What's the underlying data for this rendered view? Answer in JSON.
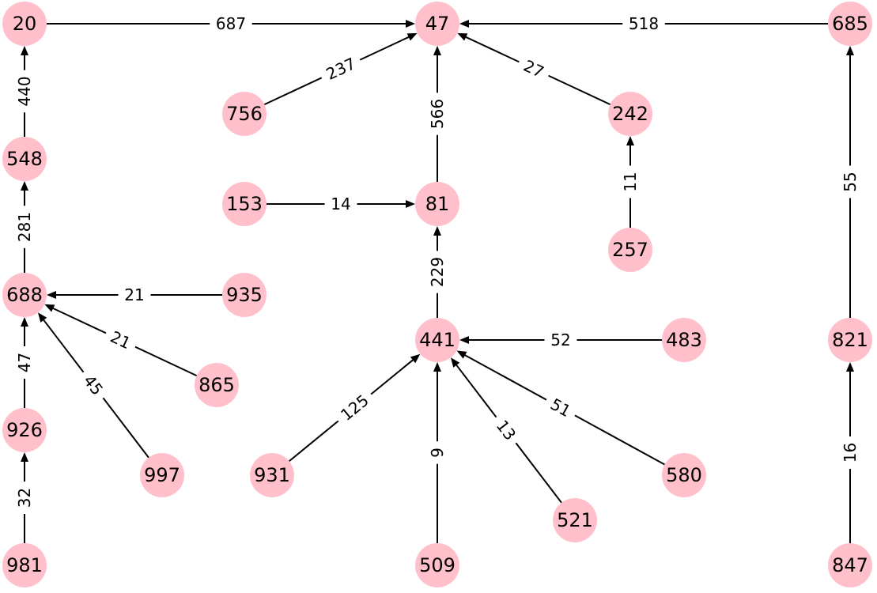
{
  "colors": {
    "node_fill": "#ffc0cb",
    "edge": "#000000",
    "background": "#ffffff"
  },
  "nodes": [
    {
      "id": "20",
      "label": "20"
    },
    {
      "id": "47",
      "label": "47"
    },
    {
      "id": "685",
      "label": "685"
    },
    {
      "id": "756",
      "label": "756"
    },
    {
      "id": "242",
      "label": "242"
    },
    {
      "id": "548",
      "label": "548"
    },
    {
      "id": "153",
      "label": "153"
    },
    {
      "id": "81",
      "label": "81"
    },
    {
      "id": "257",
      "label": "257"
    },
    {
      "id": "688",
      "label": "688"
    },
    {
      "id": "935",
      "label": "935"
    },
    {
      "id": "441",
      "label": "441"
    },
    {
      "id": "483",
      "label": "483"
    },
    {
      "id": "821",
      "label": "821"
    },
    {
      "id": "865",
      "label": "865"
    },
    {
      "id": "926",
      "label": "926"
    },
    {
      "id": "997",
      "label": "997"
    },
    {
      "id": "931",
      "label": "931"
    },
    {
      "id": "580",
      "label": "580"
    },
    {
      "id": "521",
      "label": "521"
    },
    {
      "id": "981",
      "label": "981"
    },
    {
      "id": "509",
      "label": "509"
    },
    {
      "id": "847",
      "label": "847"
    }
  ],
  "edges": [
    {
      "source": "20",
      "target": "47",
      "label": "687"
    },
    {
      "source": "685",
      "target": "47",
      "label": "518"
    },
    {
      "source": "756",
      "target": "47",
      "label": "237"
    },
    {
      "source": "81",
      "target": "47",
      "label": "566"
    },
    {
      "source": "242",
      "target": "47",
      "label": "27"
    },
    {
      "source": "548",
      "target": "20",
      "label": "440"
    },
    {
      "source": "821",
      "target": "685",
      "label": "55"
    },
    {
      "source": "257",
      "target": "242",
      "label": "11"
    },
    {
      "source": "688",
      "target": "548",
      "label": "281"
    },
    {
      "source": "153",
      "target": "81",
      "label": "14"
    },
    {
      "source": "441",
      "target": "81",
      "label": "229"
    },
    {
      "source": "935",
      "target": "688",
      "label": "21"
    },
    {
      "source": "865",
      "target": "688",
      "label": "21"
    },
    {
      "source": "997",
      "target": "688",
      "label": "45"
    },
    {
      "source": "926",
      "target": "688",
      "label": "47"
    },
    {
      "source": "483",
      "target": "441",
      "label": "52"
    },
    {
      "source": "931",
      "target": "441",
      "label": "125"
    },
    {
      "source": "509",
      "target": "441",
      "label": "9"
    },
    {
      "source": "521",
      "target": "441",
      "label": "13"
    },
    {
      "source": "580",
      "target": "441",
      "label": "51"
    },
    {
      "source": "847",
      "target": "821",
      "label": "16"
    },
    {
      "source": "981",
      "target": "926",
      "label": "32"
    }
  ]
}
